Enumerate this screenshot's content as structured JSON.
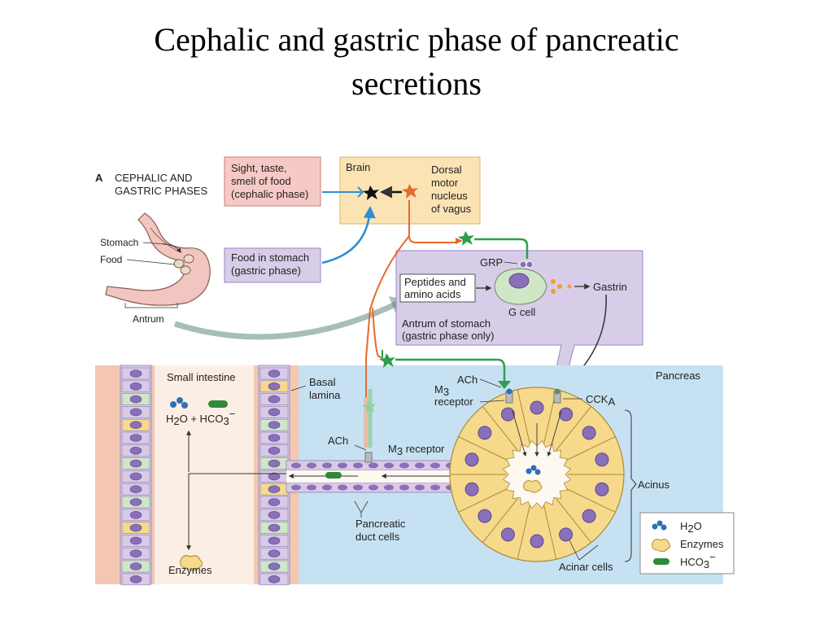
{
  "title": {
    "line1": "Cephalic and gastric phase of pancreatic",
    "line2": "secretions"
  },
  "figure": {
    "panel_letter": "A",
    "panel_title_1": "CEPHALIC AND",
    "panel_title_2": "GASTRIC PHASES",
    "cephalic_box": [
      "Sight, taste,",
      "smell of food",
      "(cephalic phase)"
    ],
    "brain_label": "Brain",
    "vagus_label": [
      "Dorsal",
      "motor",
      "nucleus",
      "of vagus"
    ],
    "gastric_box": [
      "Food in stomach",
      "(gastric phase)"
    ],
    "stomach_label": "Stomach",
    "food_label": "Food",
    "antrum_label": "Antrum",
    "grp_label": "GRP",
    "peptides_box": [
      "Peptides and",
      "amino acids"
    ],
    "gcell_label": "G cell",
    "gastrin_label": "Gastrin",
    "antrum_box": [
      "Antrum of stomach",
      "(gastric phase only)"
    ],
    "small_intestine_label": "Small intestine",
    "basal_lamina_label": [
      "Basal",
      "lamina"
    ],
    "h2o_label": "H",
    "h2o_sub": "2",
    "h2o_tail": "O  +  HCO",
    "hco3_sub": "3",
    "hco3_sup": "−",
    "enzymes_label": "Enzymes",
    "ach_label_1": "ACh",
    "m3_receptor_label_1": "M",
    "m3_sub": "3",
    "m3_tail": " receptor",
    "ach_label_2": "ACh",
    "m3_receptor_2": [
      "M",
      "receptor"
    ],
    "cck_label": "CCK",
    "cck_sub": "A",
    "pancreas_label": "Pancreas",
    "acinus_label": "Acinus",
    "duct_cells_label": [
      "Pancreatic",
      "duct cells"
    ],
    "acinar_cells_label": "Acinar cells",
    "legend": {
      "h2o": "H",
      "h2o_sub": "2",
      "h2o_tail": "O",
      "enzymes": "Enzymes",
      "hco3": "HCO",
      "hco3_sub": "3",
      "hco3_sup": "−"
    }
  },
  "colors": {
    "cephalic_fill": "#f7c9c6",
    "brain_fill": "#fbe3b4",
    "gastric_fill": "#d8cde8",
    "antrum_fill": "#d8cde8",
    "pancreas_bg": "#c6e2f2",
    "intestine_bg": "#f3c7b2",
    "acinar_fill": "#f6d98b",
    "nucleus_fill": "#8a70b8",
    "vagus_orange": "#e46b2b",
    "green_nerve": "#2e9e4f",
    "blue_arrow": "#2f8fd0"
  },
  "icons": [
    "neuron-star-icon",
    "arrow-icon",
    "h2o-drop-icon",
    "enzyme-blob-icon",
    "hco3-pill-icon"
  ]
}
